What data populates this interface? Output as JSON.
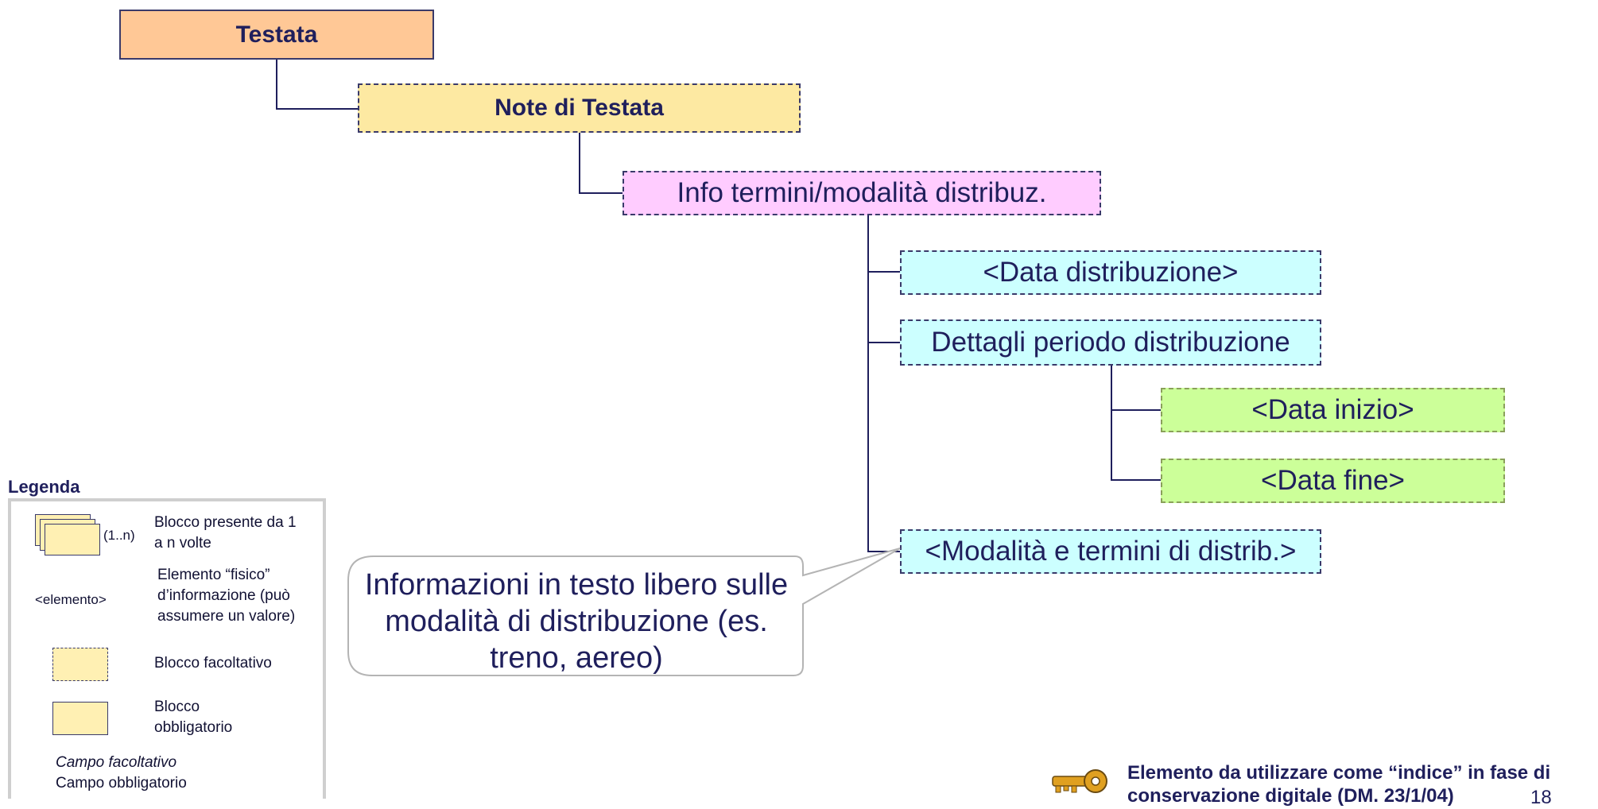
{
  "diagram": {
    "nodes": {
      "testata": "Testata",
      "note_testata": "Note di Testata",
      "info_termini": "Info termini/modalità distribuz.",
      "data_distribuzione": "<Data distribuzione>",
      "dettagli_periodo": "Dettagli periodo distribuzione",
      "data_inizio": "<Data inizio>",
      "data_fine": "<Data fine>",
      "modalita_termini": "<Modalità e termini di distrib.>"
    },
    "callout": "Informazioni in testo libero sulle modalità di distribuzione (es. treno, aereo)",
    "colors": {
      "testata": "#ffc896",
      "note_testata": "#fde9a2",
      "info_termini": "#ffccff",
      "element_cyan": "#ccffff",
      "element_green": "#ccff99",
      "legend_swatch": "#fff0b3",
      "text": "#1f1f5c"
    }
  },
  "legend": {
    "title": "Legenda",
    "multiplicity": "(1..n)",
    "multi_block_desc_line1": "Blocco presente da 1",
    "multi_block_desc_line2": "a n volte",
    "element_tag": "<elemento>",
    "element_desc_line1": "Elemento “fisico”",
    "element_desc_line2": "d’informazione (può",
    "element_desc_line3": "assumere un valore)",
    "optional_block": "Blocco facoltativo",
    "mandatory_block_line1": "Blocco",
    "mandatory_block_line2": "obbligatorio",
    "optional_field": "Campo facoltativo",
    "mandatory_field": "Campo obbligatorio"
  },
  "footer": {
    "key_icon": "key-icon",
    "note_line1": "Elemento da utilizzare come “indice” in fase di",
    "note_line2": "conservazione digitale (DM. 23/1/04)",
    "page_number": "18"
  }
}
